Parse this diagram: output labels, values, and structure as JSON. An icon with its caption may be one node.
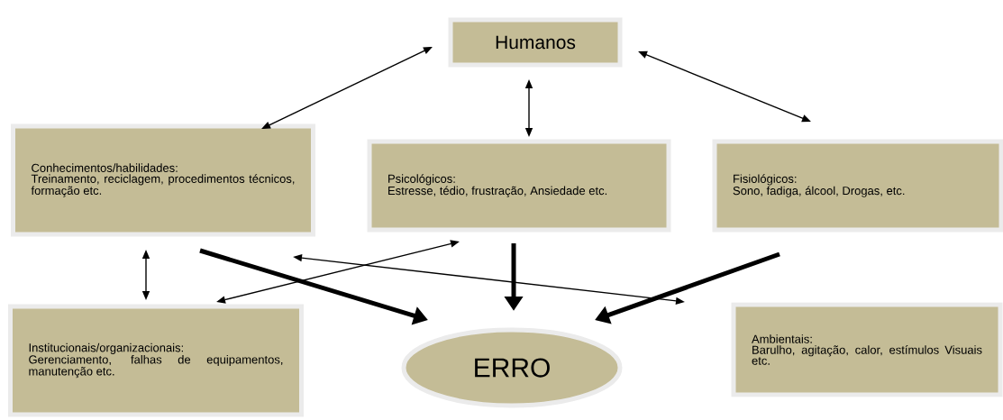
{
  "diagram": {
    "nodes": [
      {
        "text": [
          "Humanos"
        ]
      },
      {
        "text": [
          "Conhecimentos/habilidades:",
          "Treinamento, reciclagem, procedimentos técnicos, formação etc."
        ]
      },
      {
        "text": [
          "Psicológicos:",
          "Estresse, tédio, frustração, Ansiedade etc."
        ]
      },
      {
        "text": [
          "Fisiológicos:",
          "Sono, fadiga, álcool, Drogas, etc."
        ]
      },
      {
        "text": [
          "Institucionais/organizacionais:",
          "Gerenciamento, falhas de equipamentos, manutenção etc."
        ]
      },
      {
        "text": [
          "ERRO"
        ]
      },
      {
        "text": [
          "Ambientais:",
          "Barulho, agitação, calor, estímulos Visuais etc."
        ]
      }
    ],
    "edges": [
      {
        "from": 0,
        "to": 1,
        "arrow": "both"
      },
      {
        "from": 0,
        "to": 2,
        "arrow": "both"
      },
      {
        "from": 0,
        "to": 3,
        "arrow": "both"
      },
      {
        "from": 1,
        "to": 4,
        "arrow": "both"
      },
      {
        "from": 1,
        "to": 5,
        "arrow": "to",
        "style": "thick"
      },
      {
        "from": 2,
        "to": 5,
        "arrow": "to",
        "style": "thick"
      },
      {
        "from": 3,
        "to": 5,
        "arrow": "to",
        "style": "thick"
      },
      {
        "from": 2,
        "to": 4,
        "arrow": "both"
      },
      {
        "from": 1,
        "to": 6,
        "arrow": "both"
      }
    ]
  }
}
